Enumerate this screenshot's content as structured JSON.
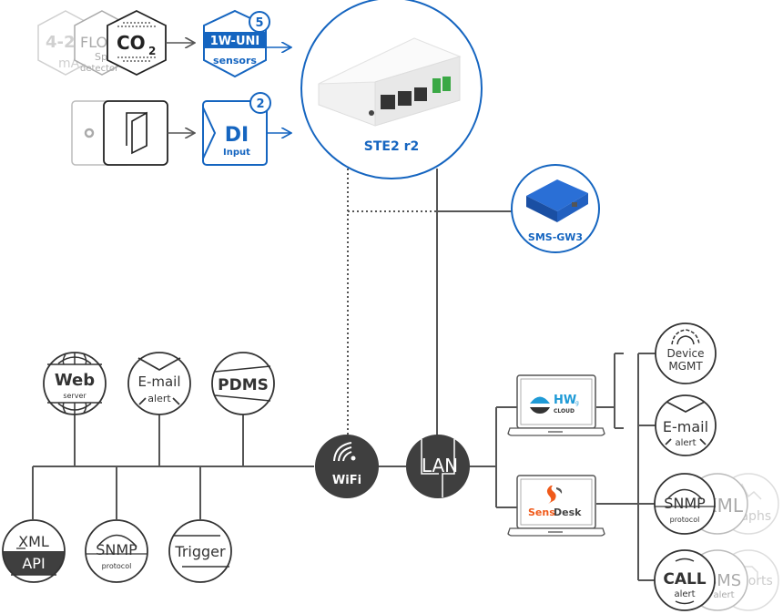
{
  "colors": {
    "line": "#555555",
    "blue": "#1565c0",
    "dark_fill": "#3f3f3f",
    "faded": "#c8c8c8",
    "green": "#3aa845",
    "hwg_blue": "#1e9ad6",
    "sensdesk_orange": "#f05a1a"
  },
  "inputs": {
    "sensors": {
      "faded_labels": [
        "4-20",
        "mA",
        "FLOOD",
        "Spot",
        "detector"
      ],
      "co2_label": "CO",
      "co2_sub": "2"
    },
    "onewire": {
      "title": "1W-UNI",
      "subtitle": "sensors",
      "count": "5"
    },
    "digital": {
      "title": "DI",
      "subtitle": "Input",
      "count": "2"
    }
  },
  "main_device": {
    "name": "STE2 r2"
  },
  "gateway": {
    "name": "SMS-GW3"
  },
  "hubs": {
    "wifi": "WiFi",
    "lan": "LAN"
  },
  "left_services": [
    {
      "title": "Web",
      "subtitle": "server"
    },
    {
      "title": "E-mail",
      "subtitle": "alert"
    },
    {
      "title": "PDMS",
      "subtitle": ""
    },
    {
      "title": "XML",
      "subtitle": "API"
    },
    {
      "title": "SNMP",
      "subtitle": "protocol"
    },
    {
      "title": "Trigger",
      "subtitle": ""
    }
  ],
  "platforms": {
    "hwg_cloud": {
      "brand": "HW",
      "sup": "g",
      "sub": "CLOUD"
    },
    "sensdesk": {
      "part1": "Sens",
      "part2": "Desk"
    }
  },
  "right_services": [
    {
      "title": "Device",
      "subtitle": "MGMT"
    },
    {
      "title": "E-mail",
      "subtitle": "alert"
    },
    {
      "title": "SNMP",
      "subtitle": "protocol"
    },
    {
      "title": "CALL",
      "subtitle": "alert"
    }
  ],
  "right_faded": [
    {
      "title": "XML",
      "subtitle": ""
    },
    {
      "title": "Graphs",
      "subtitle": ""
    },
    {
      "title": "SMS",
      "subtitle": "alert"
    },
    {
      "title": "Reports",
      "subtitle": ""
    }
  ]
}
